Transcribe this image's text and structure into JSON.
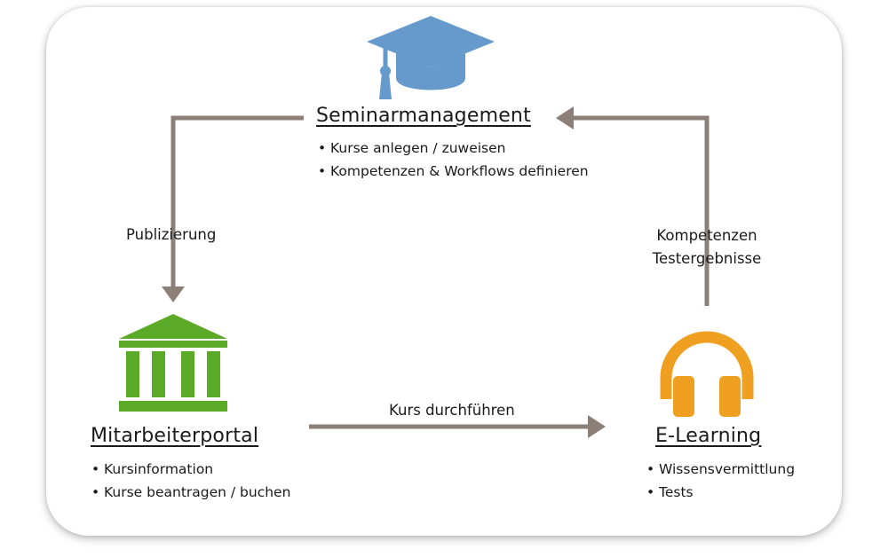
{
  "nodes": {
    "seminar": {
      "title": "Seminarmanagement",
      "icon": "graduation-cap-icon",
      "bullets": [
        "Kurse anlegen / zuweisen",
        "Kompetenzen & Workflows definieren"
      ]
    },
    "portal": {
      "title": "Mitarbeiterportal",
      "icon": "bank-building-icon",
      "bullets": [
        "Kursinformation",
        "Kurse beantragen / buchen"
      ]
    },
    "elearning": {
      "title": "E-Learning",
      "icon": "headphones-icon",
      "bullets": [
        "Wissensvermittlung",
        "Tests"
      ]
    }
  },
  "edges": {
    "publish": {
      "label": "Publizierung"
    },
    "execute": {
      "label": "Kurs durchführen"
    },
    "feedback": {
      "lines": [
        "Kompetenzen",
        "Testergebnisse"
      ]
    }
  },
  "colors": {
    "cap": "#6699cc",
    "building": "#5aaa28",
    "headphones": "#f0a020",
    "arrow": "#8c7f77"
  }
}
